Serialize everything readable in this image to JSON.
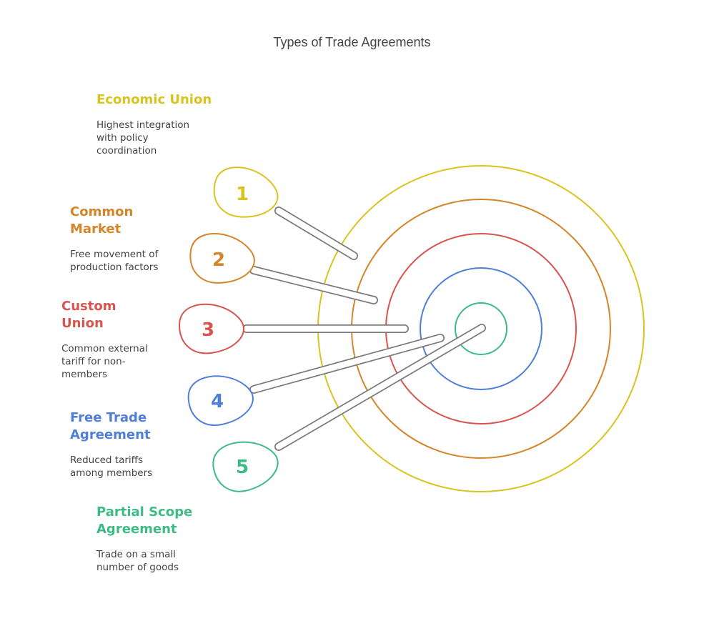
{
  "title": "Types of Trade Agreements",
  "colors": {
    "yellow": "#d9c41f",
    "orange": "#d4852a",
    "red": "#d9534f",
    "blue": "#4f7fd6",
    "green": "#3dbb85"
  },
  "items": [
    {
      "number": "1",
      "heading": "Economic Union",
      "description": "Highest integration with policy coordination",
      "color": "#d9c41f"
    },
    {
      "number": "2",
      "heading": "Common Market",
      "description": "Free movement of production factors",
      "color": "#d4852a"
    },
    {
      "number": "3",
      "heading": "Custom Union",
      "description": "Common external tariff for non-members",
      "color": "#d9534f"
    },
    {
      "number": "4",
      "heading": "Free Trade Agreement",
      "description": "Reduced tariffs among members",
      "color": "#4f7fd6"
    },
    {
      "number": "5",
      "heading": "Partial Scope Agreement",
      "description": "Trade on a small number of goods",
      "color": "#3dbb85"
    }
  ]
}
